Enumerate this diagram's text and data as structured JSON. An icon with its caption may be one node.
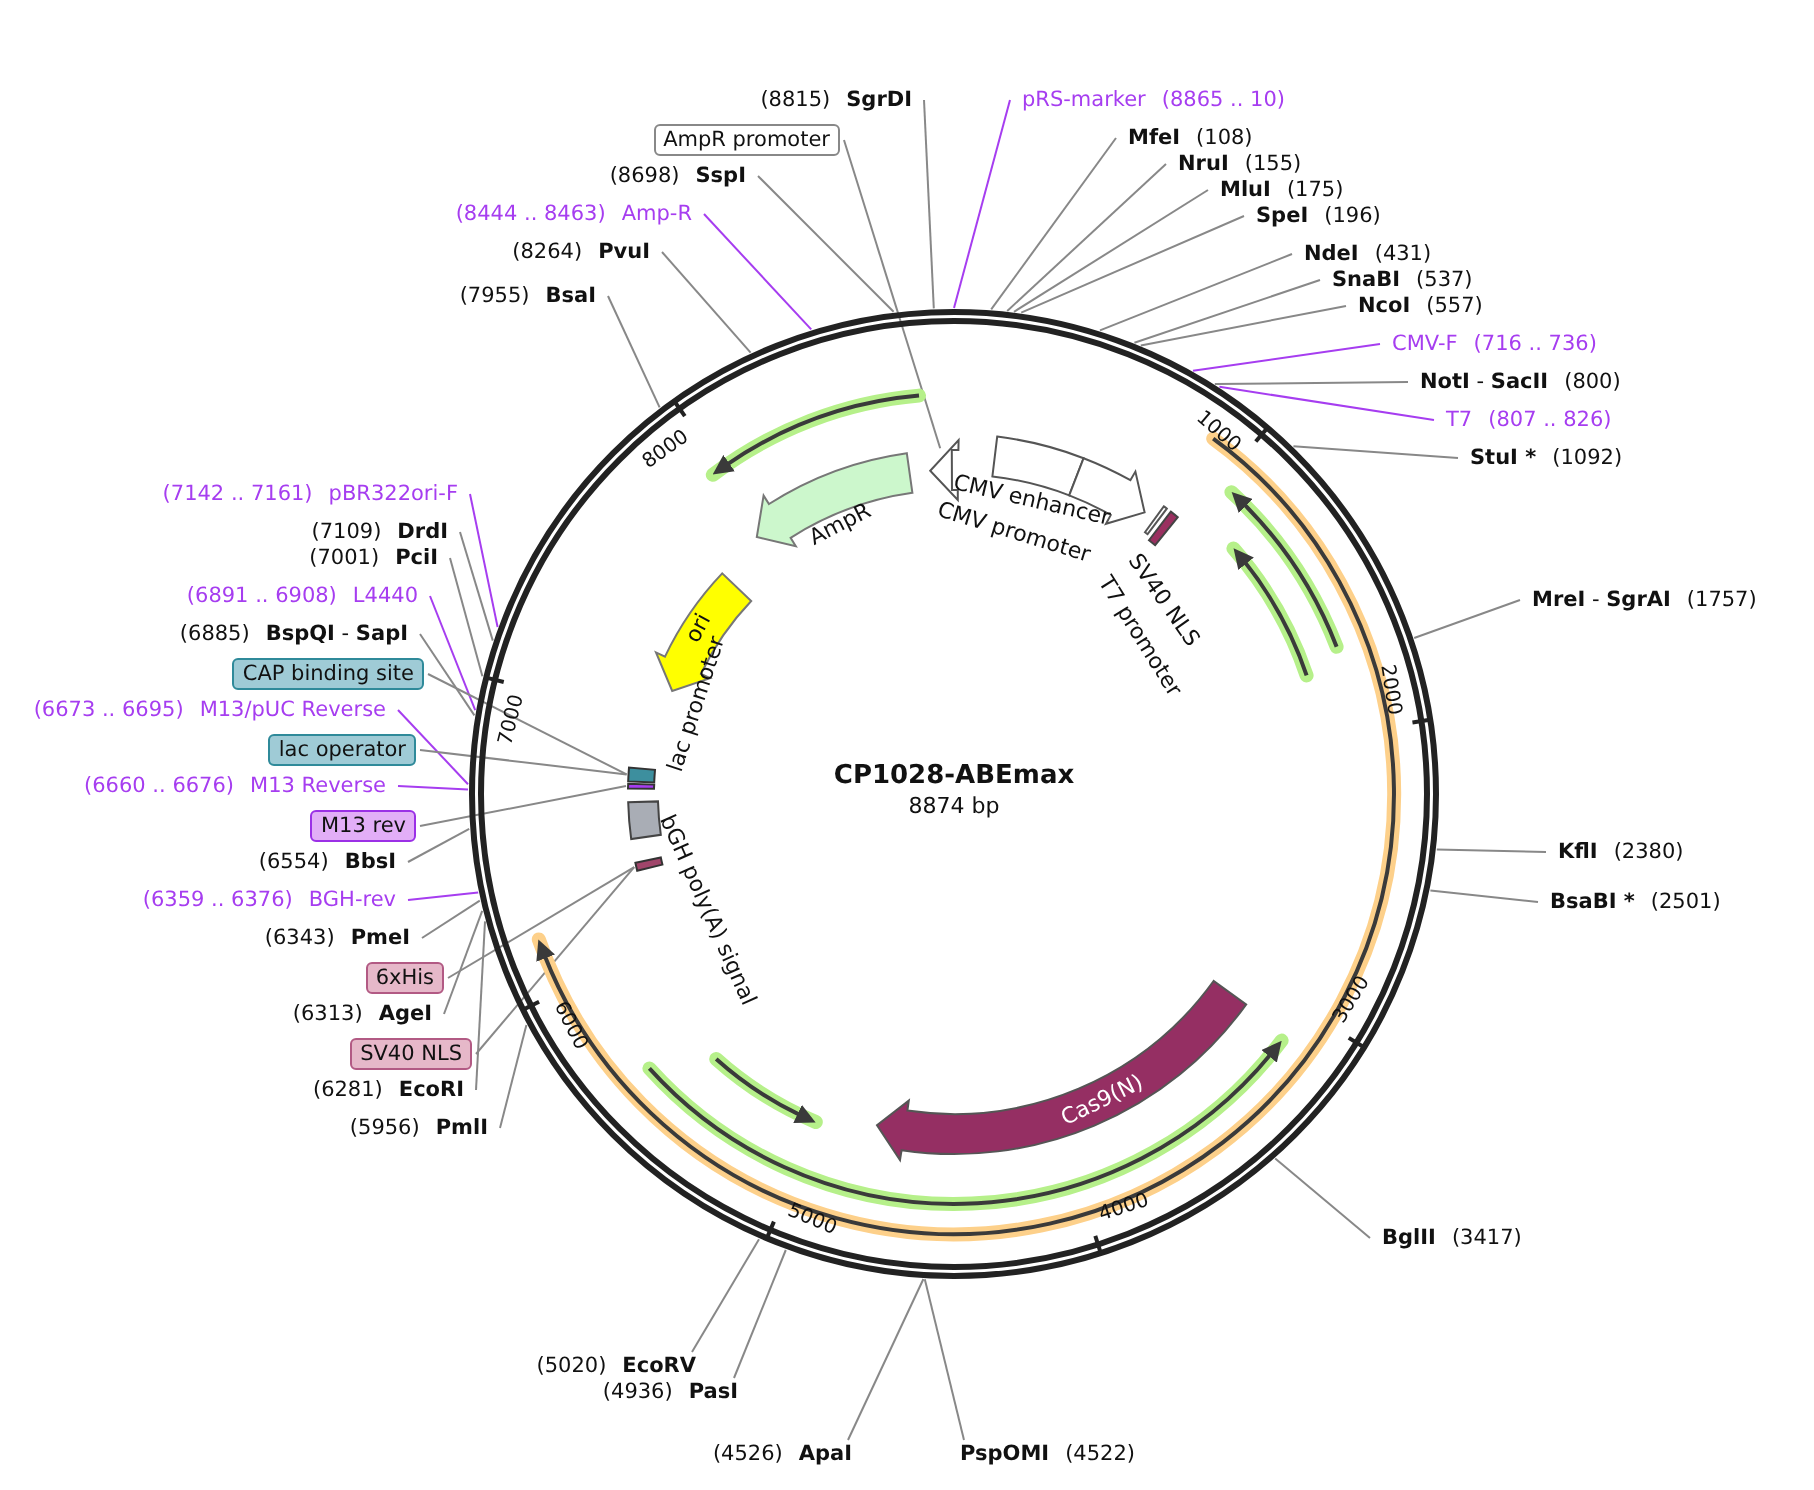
{
  "diagram": {
    "title": "CP1028-ABEmax",
    "nodes": [
      {
        "text": [
          "(8815)",
          "SgrDI"
        ]
      },
      {
        "text": [
          "AmpR promoter"
        ]
      },
      {
        "text": [
          "(8698)",
          "SspI"
        ]
      },
      {
        "text": [
          "(8444 .. 8463)",
          "Amp-R"
        ]
      },
      {
        "text": [
          "(8264)",
          "PvuI"
        ]
      },
      {
        "text": [
          "(7955)",
          "BsaI"
        ]
      },
      {
        "text": [
          "(7142 .. 7161)",
          "pBR322ori-F"
        ]
      },
      {
        "text": [
          "(7109)",
          "DrdI"
        ]
      },
      {
        "text": [
          "(7001)",
          "PciI"
        ]
      },
      {
        "text": [
          "(6891 .. 6908)",
          "L4440"
        ]
      },
      {
        "text": [
          "(6885)",
          "**BspQI** - **SapI**"
        ]
      },
      {
        "text": [
          "CAP binding site"
        ]
      },
      {
        "text": [
          "(6673 .. 6695)",
          "M13/pUC Reverse"
        ]
      },
      {
        "text": [
          "lac operator"
        ]
      },
      {
        "text": [
          "(6660 .. 6676)",
          "M13 Reverse"
        ]
      },
      {
        "text": [
          "M13 rev"
        ]
      },
      {
        "text": [
          "(6554)",
          "BbsI"
        ]
      },
      {
        "text": [
          "(6359 .. 6376)",
          "BGH-rev"
        ]
      },
      {
        "text": [
          "(6343)",
          "PmeI"
        ]
      },
      {
        "text": [
          "6xHis"
        ]
      },
      {
        "text": [
          "(6313)",
          "AgeI"
        ]
      },
      {
        "text": [
          "SV40 NLS"
        ]
      },
      {
        "text": [
          "(6281)",
          "EcoRI"
        ]
      },
      {
        "text": [
          "(5956)",
          "PmlI"
        ]
      },
      {
        "text": [
          "pRS-marker",
          "(8865 .. 10)"
        ]
      },
      {
        "text": [
          "MfeI",
          "(108)"
        ]
      },
      {
        "text": [
          "NruI",
          "(155)"
        ]
      },
      {
        "text": [
          "MluI",
          "(175)"
        ]
      },
      {
        "text": [
          "SpeI",
          "(196)"
        ]
      },
      {
        "text": [
          "NdeI",
          "(431)"
        ]
      },
      {
        "text": [
          "SnaBI",
          "(537)"
        ]
      },
      {
        "text": [
          "NcoI",
          "(557)"
        ]
      },
      {
        "text": [
          "CMV-F",
          "(716 .. 736)"
        ]
      },
      {
        "text": [
          "**NotI** - **SacII**",
          "(800)"
        ]
      },
      {
        "text": [
          "T7",
          "(807 .. 826)"
        ]
      },
      {
        "text": [
          "StuI *",
          "(1092)"
        ]
      },
      {
        "text": [
          "**MreI** - **SgrAI**",
          "(1757)"
        ]
      },
      {
        "text": [
          "KflI",
          "(2380)"
        ]
      },
      {
        "text": [
          "BsaBI *",
          "(2501)"
        ]
      },
      {
        "text": [
          "BglII",
          "(3417)"
        ]
      },
      {
        "text": [
          "PspOMI",
          "(4522)"
        ]
      },
      {
        "text": [
          "(4526)",
          "ApaI"
        ]
      },
      {
        "text": [
          "(5020)",
          "EcoRV"
        ]
      },
      {
        "text": [
          "(4936)",
          "PasI"
        ]
      },
      {
        "text": [
          "AmpR"
        ]
      },
      {
        "text": [
          "ori"
        ]
      },
      {
        "text": [
          "CMV enhancer"
        ]
      },
      {
        "text": [
          "CMV promoter"
        ]
      },
      {
        "text": [
          "SV40 NLS"
        ]
      },
      {
        "text": [
          "T7 promoter"
        ]
      },
      {
        "text": [
          "lac promoter"
        ]
      },
      {
        "text": [
          "bGH poly(A) signal"
        ]
      },
      {
        "text": [
          "Cas9(N)"
        ]
      },
      {
        "text": [],
        "shape": "arrow"
      },
      {
        "text": [],
        "shape": "box"
      },
      {
        "text": [],
        "shape": "box"
      },
      {
        "text": [],
        "shape": "box"
      }
    ],
    "edges": [
      {
        "from": 0,
        "to": null,
        "arrow": "none"
      },
      {
        "from": 1,
        "to": 53,
        "arrow": "none"
      },
      {
        "from": 2,
        "to": null,
        "arrow": "none"
      },
      {
        "from": 3,
        "to": null,
        "arrow": "none",
        "color": "#a63df0"
      },
      {
        "from": 4,
        "to": null,
        "arrow": "none"
      },
      {
        "from": 5,
        "to": null,
        "arrow": "none"
      },
      {
        "from": 6,
        "to": null,
        "arrow": "none",
        "color": "#a63df0"
      },
      {
        "from": 7,
        "to": null,
        "arrow": "none"
      },
      {
        "from": 8,
        "to": null,
        "arrow": "none"
      },
      {
        "from": 9,
        "to": null,
        "arrow": "none",
        "color": "#a63df0"
      },
      {
        "from": 10,
        "to": null,
        "arrow": "none"
      },
      {
        "from": 11,
        "to": 54,
        "arrow": "none"
      },
      {
        "from": 12,
        "to": null,
        "arrow": "none",
        "color": "#a63df0"
      },
      {
        "from": 13,
        "to": 54,
        "arrow": "none"
      },
      {
        "from": 14,
        "to": null,
        "arrow": "none",
        "color": "#a63df0"
      },
      {
        "from": 15,
        "to": 55,
        "arrow": "none"
      },
      {
        "from": 16,
        "to": null,
        "arrow": "none"
      },
      {
        "from": 17,
        "to": null,
        "arrow": "none",
        "color": "#a63df0"
      },
      {
        "from": 18,
        "to": null,
        "arrow": "none"
      },
      {
        "from": 19,
        "to": 56,
        "arrow": "none"
      },
      {
        "from": 20,
        "to": null,
        "arrow": "none"
      },
      {
        "from": 21,
        "to": 56,
        "arrow": "none"
      },
      {
        "from": 22,
        "to": null,
        "arrow": "none"
      },
      {
        "from": 23,
        "to": null,
        "arrow": "none"
      },
      {
        "from": 24,
        "to": null,
        "arrow": "none",
        "color": "#a63df0"
      },
      {
        "from": 25,
        "to": null,
        "arrow": "none"
      },
      {
        "from": 26,
        "to": null,
        "arrow": "none"
      },
      {
        "from": 27,
        "to": null,
        "arrow": "none"
      },
      {
        "from": 28,
        "to": null,
        "arrow": "none"
      },
      {
        "from": 29,
        "to": null,
        "arrow": "none"
      },
      {
        "from": 30,
        "to": null,
        "arrow": "none"
      },
      {
        "from": 31,
        "to": null,
        "arrow": "none"
      },
      {
        "from": 32,
        "to": null,
        "arrow": "none",
        "color": "#a63df0"
      },
      {
        "from": 33,
        "to": null,
        "arrow": "none"
      },
      {
        "from": 34,
        "to": null,
        "arrow": "none",
        "color": "#a63df0"
      },
      {
        "from": 35,
        "to": null,
        "arrow": "none"
      },
      {
        "from": 36,
        "to": null,
        "arrow": "none"
      },
      {
        "from": 37,
        "to": null,
        "arrow": "none"
      },
      {
        "from": 38,
        "to": null,
        "arrow": "none"
      },
      {
        "from": 39,
        "to": null,
        "arrow": "none"
      },
      {
        "from": 40,
        "to": null,
        "arrow": "none"
      },
      {
        "from": 41,
        "to": null,
        "arrow": "none"
      },
      {
        "from": 42,
        "to": null,
        "arrow": "none"
      },
      {
        "from": 43,
        "to": null,
        "arrow": "none"
      }
    ],
    "labels": [
      "1000",
      "2000",
      "3000",
      "4000",
      "5000",
      "6000",
      "7000",
      "8000",
      "8874 bp"
    ]
  }
}
